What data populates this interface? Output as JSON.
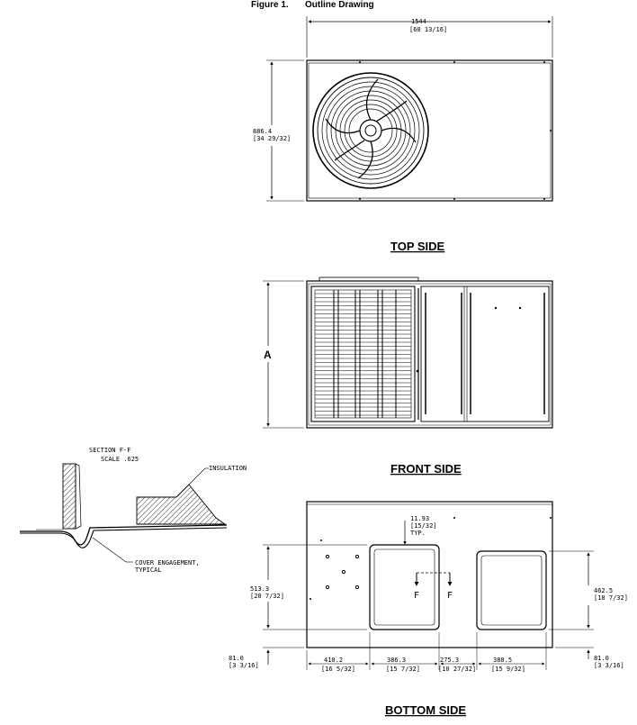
{
  "figure": {
    "number": "Figure 1.",
    "title": "Outline Drawing"
  },
  "views": {
    "top": "TOP SIDE",
    "front": "FRONT SIDE",
    "bottom": "BOTTOM SIDE"
  },
  "top_dims": {
    "width_mm": "1544",
    "width_in": "[60 13/16]",
    "depth_mm": "886.4",
    "depth_in": "[34 29/32]"
  },
  "front_dims": {
    "height": "A"
  },
  "section": {
    "title": "SECTION F-F",
    "scale": "SCALE .625",
    "insulation": "INSULATION",
    "cover_1": "COVER ENGAGEMENT,",
    "cover_2": "TYPICAL"
  },
  "bottom_dims": {
    "flange_mm": "11.93",
    "flange_in": "[15/32]",
    "flange_note": "TYP.",
    "cut_left": "F",
    "cut_right": "F",
    "left_h_mm": "513.3",
    "left_h_in": "[20 7/32]",
    "right_h_mm": "462.5",
    "right_h_in": "[18 7/32]",
    "left_off_mm": "81.0",
    "left_off_in": "[3 3/16]",
    "right_off_mm": "81.0",
    "right_off_in": "[3 3/16]",
    "d1_mm": "410.2",
    "d1_in": "[16 5/32]",
    "d2_mm": "386.3",
    "d2_in": "[15 7/32]",
    "d3_mm": "275.3",
    "d3_in": "[10 27/32]",
    "d4_mm": "388.5",
    "d4_in": "[15 9/32]"
  }
}
